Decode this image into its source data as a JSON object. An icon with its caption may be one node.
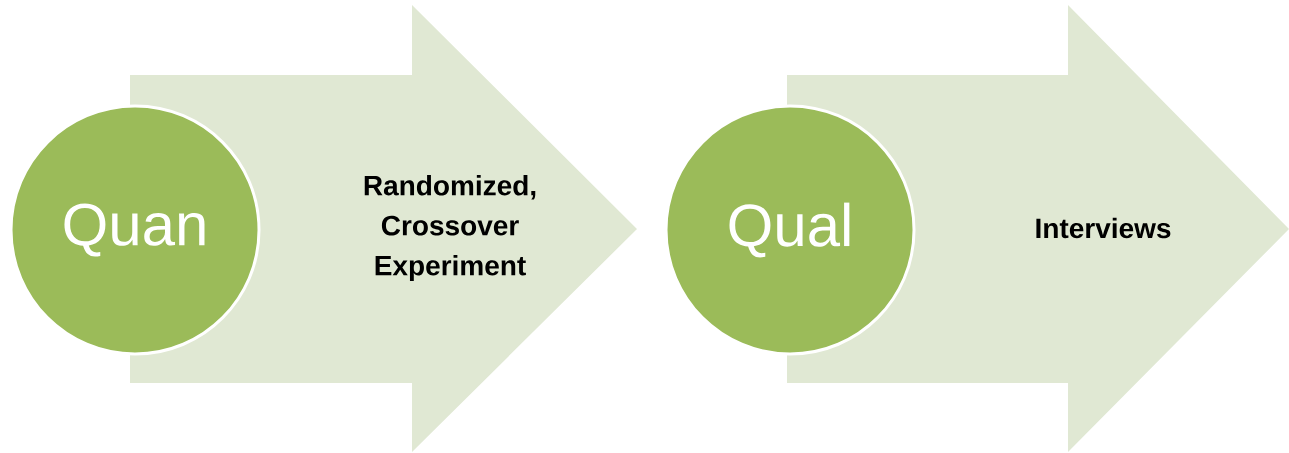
{
  "diagram": {
    "nodes": [
      {
        "text": [
          "Quan"
        ]
      },
      {
        "text": [
          "Randomized, Crossover Experiment"
        ]
      },
      {
        "text": [
          "Qual"
        ]
      },
      {
        "text": [
          "Interviews"
        ]
      }
    ]
  }
}
